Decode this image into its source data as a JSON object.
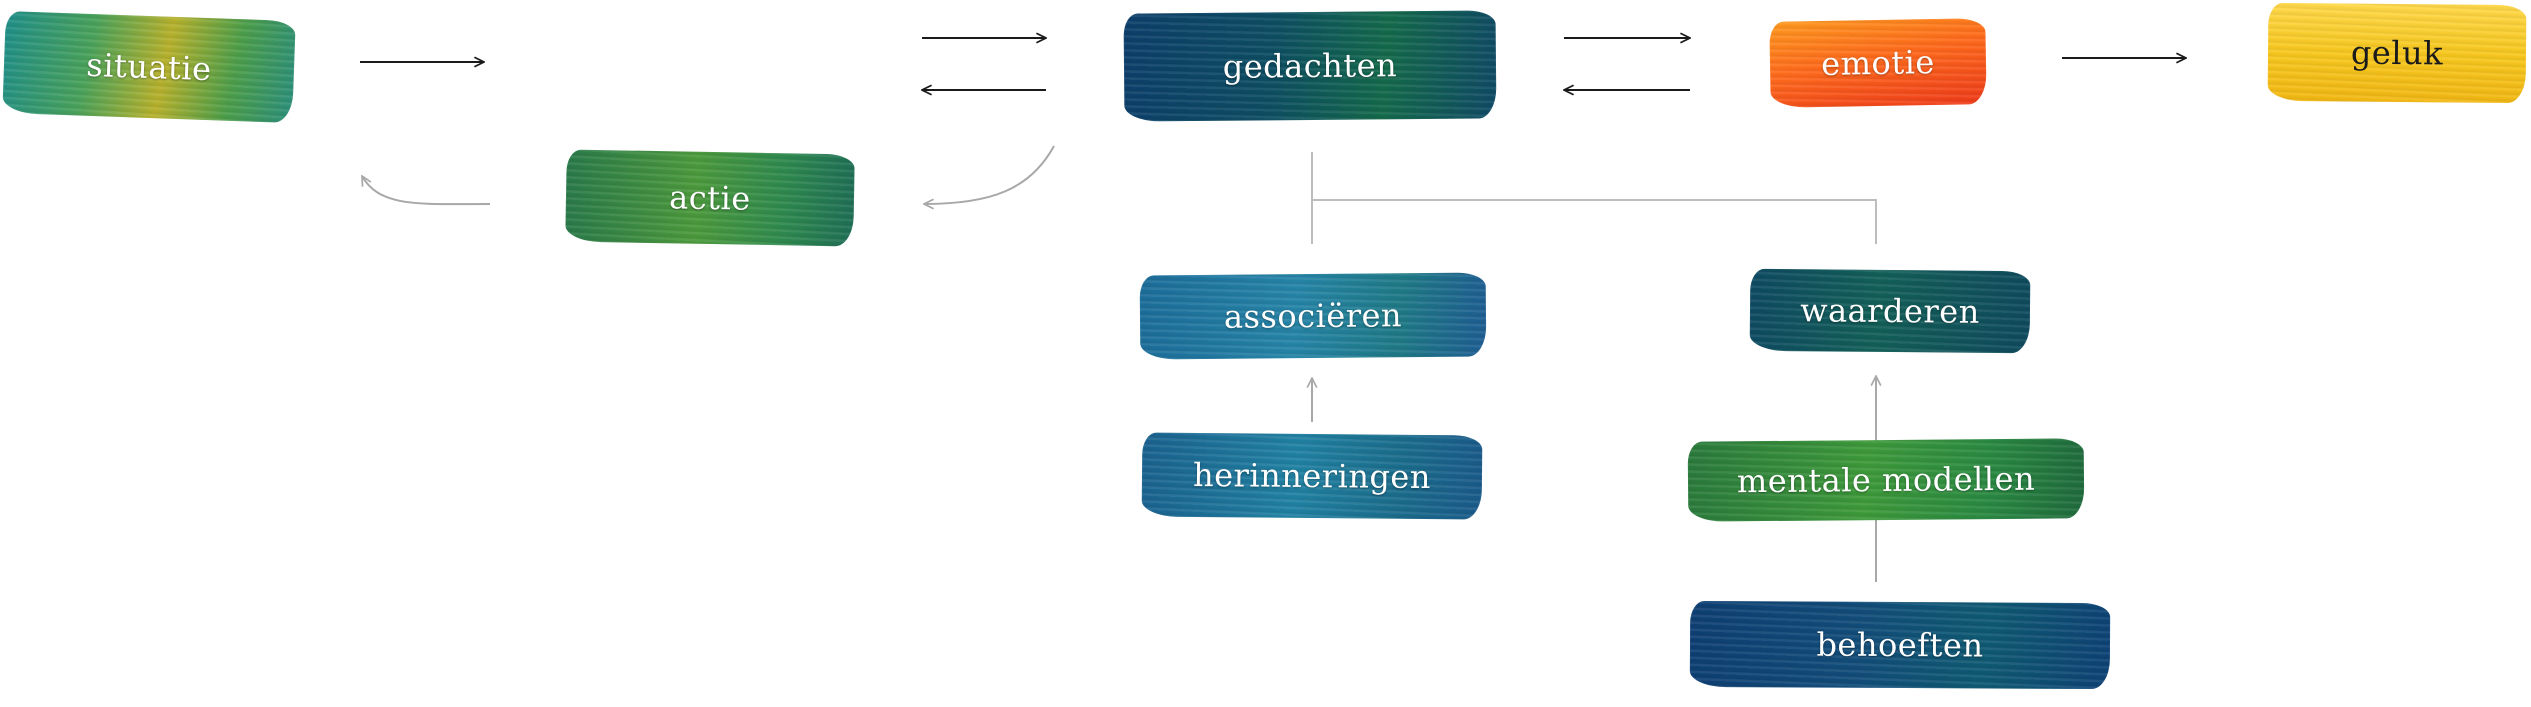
{
  "diagram": {
    "nodes": {
      "situatie": "situatie",
      "actie": "actie",
      "gedachten": "gedachten",
      "emotie": "emotie",
      "geluk": "geluk",
      "associeren": "associëren",
      "herinneringen": "herinneringen",
      "waarderen": "waarderen",
      "mentale_modellen": "mentale modellen",
      "behoeften": "behoeften"
    },
    "colors": {
      "arrow_main": "#1a1a1a",
      "arrow_secondary": "#a8a8a8",
      "node_text": "#ffffff"
    }
  }
}
